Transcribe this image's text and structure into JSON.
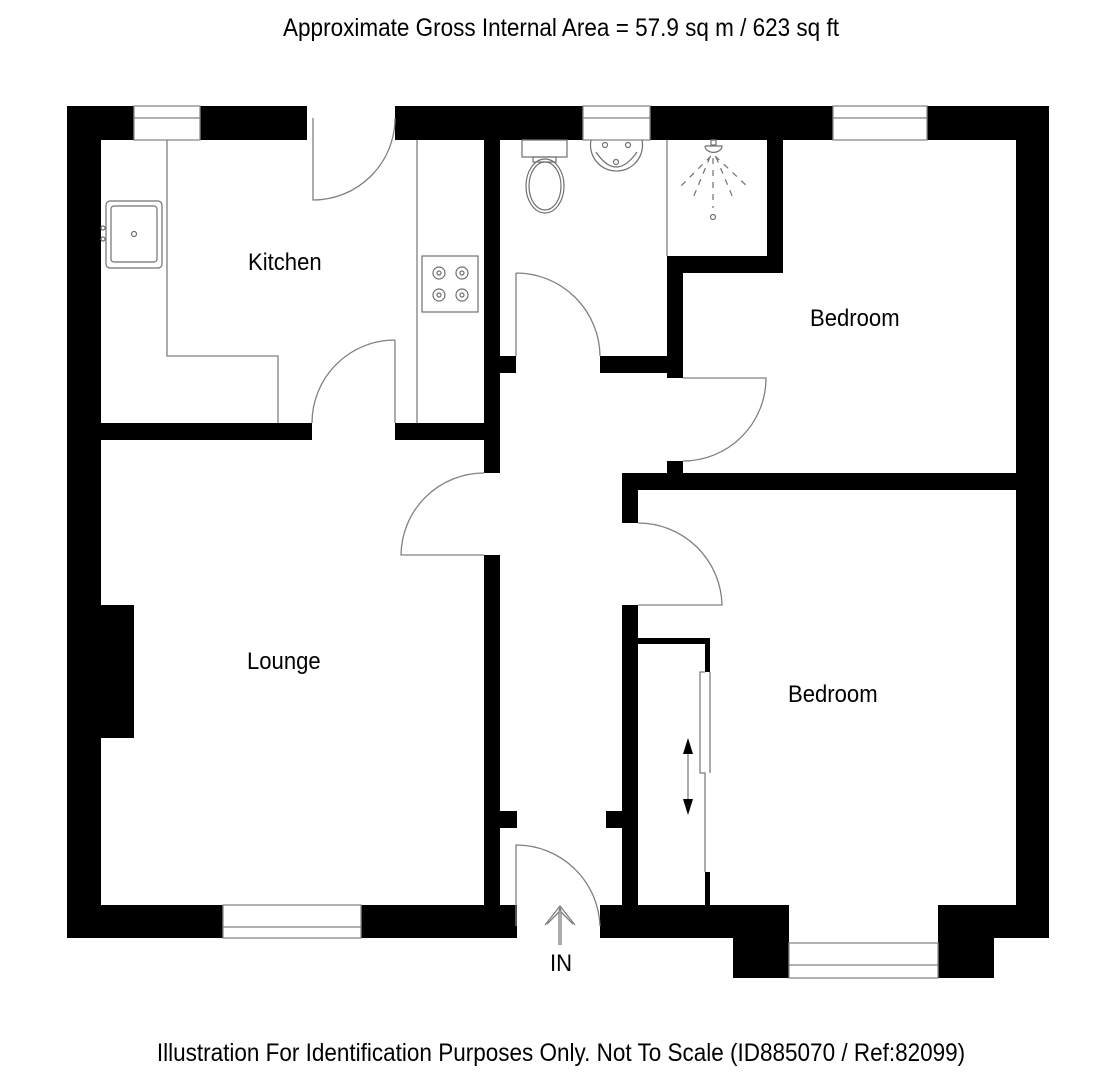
{
  "header": {
    "area_text": "Approximate Gross Internal Area = 57.9 sq m / 623 sq ft",
    "area_sq_m": "57.9",
    "area_sq_ft": "623"
  },
  "rooms": [
    {
      "name": "Kitchen",
      "fixtures": [
        "sink",
        "hob"
      ]
    },
    {
      "name": "Lounge",
      "fixtures": [
        "chimney-breast"
      ]
    },
    {
      "name": "Bedroom",
      "fixtures": []
    },
    {
      "name": "Bedroom",
      "fixtures": [
        "wardrobe-sliding"
      ]
    },
    {
      "name": "Bathroom (unlabelled)",
      "fixtures": [
        "toilet",
        "basin",
        "shower"
      ]
    }
  ],
  "labels": {
    "kitchen": "Kitchen",
    "lounge": "Lounge",
    "bedroom_1": "Bedroom",
    "bedroom_2": "Bedroom",
    "entrance": "IN"
  },
  "footer": {
    "disclaimer": "Illustration For Identification Purposes Only. Not To Scale (ID885070 / Ref:82099)",
    "id": "ID885070",
    "ref": "82099"
  },
  "colors": {
    "wall": "#000000",
    "background": "#ffffff",
    "fixture_line": "#808080"
  }
}
